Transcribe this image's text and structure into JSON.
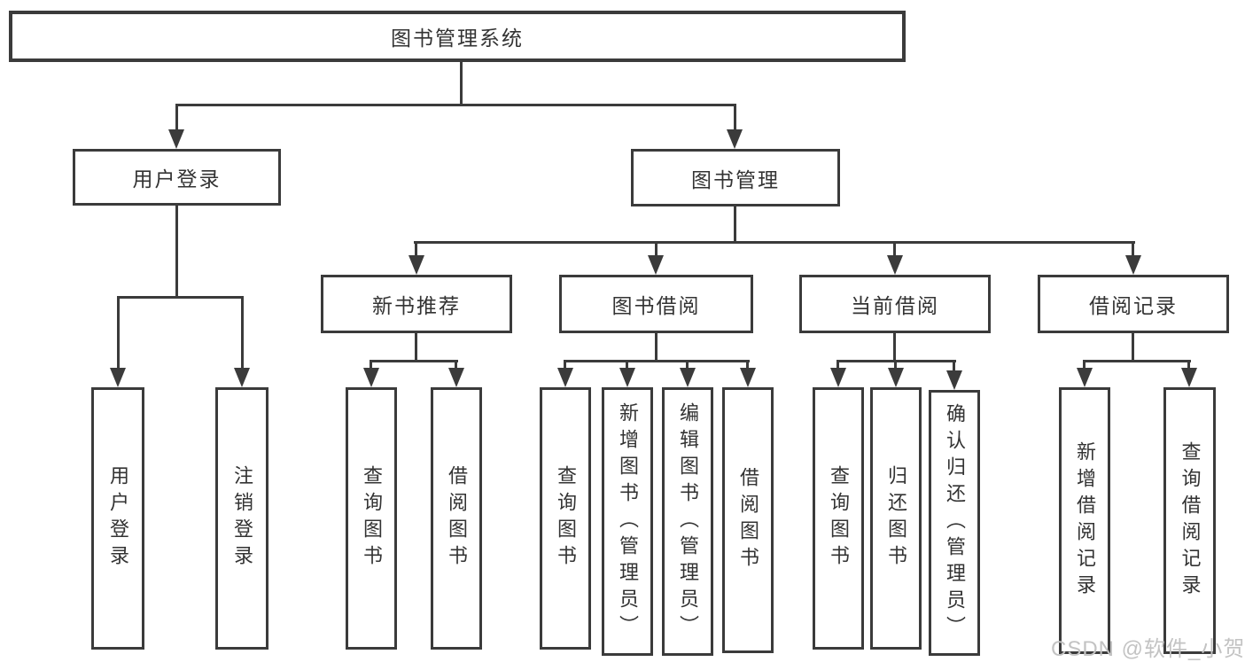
{
  "diagram": {
    "root": "图书管理系统",
    "level2": [
      "用户登录",
      "图书管理"
    ],
    "level3": [
      "新书推荐",
      "图书借阅",
      "当前借阅",
      "借阅记录"
    ],
    "leaves": {
      "user_login": [
        "用户登录",
        "注销登录"
      ],
      "new_book_recommend": [
        "查询图书",
        "借阅图书"
      ],
      "book_borrow": [
        "查询图书",
        "新增图书（管理员）",
        "编辑图书（管理员）",
        "借阅图书"
      ],
      "current_borrow": [
        "查询图书",
        "归还图书",
        "确认归还（管理员）"
      ],
      "borrow_record": [
        "新增借阅记录",
        "查询借阅记录"
      ]
    },
    "watermark": "CSDN @软件_小贺同学",
    "colors": {
      "line": "#3b3b3b",
      "text": "#333333",
      "watermark": "#c3c3c3",
      "background": "#ffffff"
    }
  }
}
